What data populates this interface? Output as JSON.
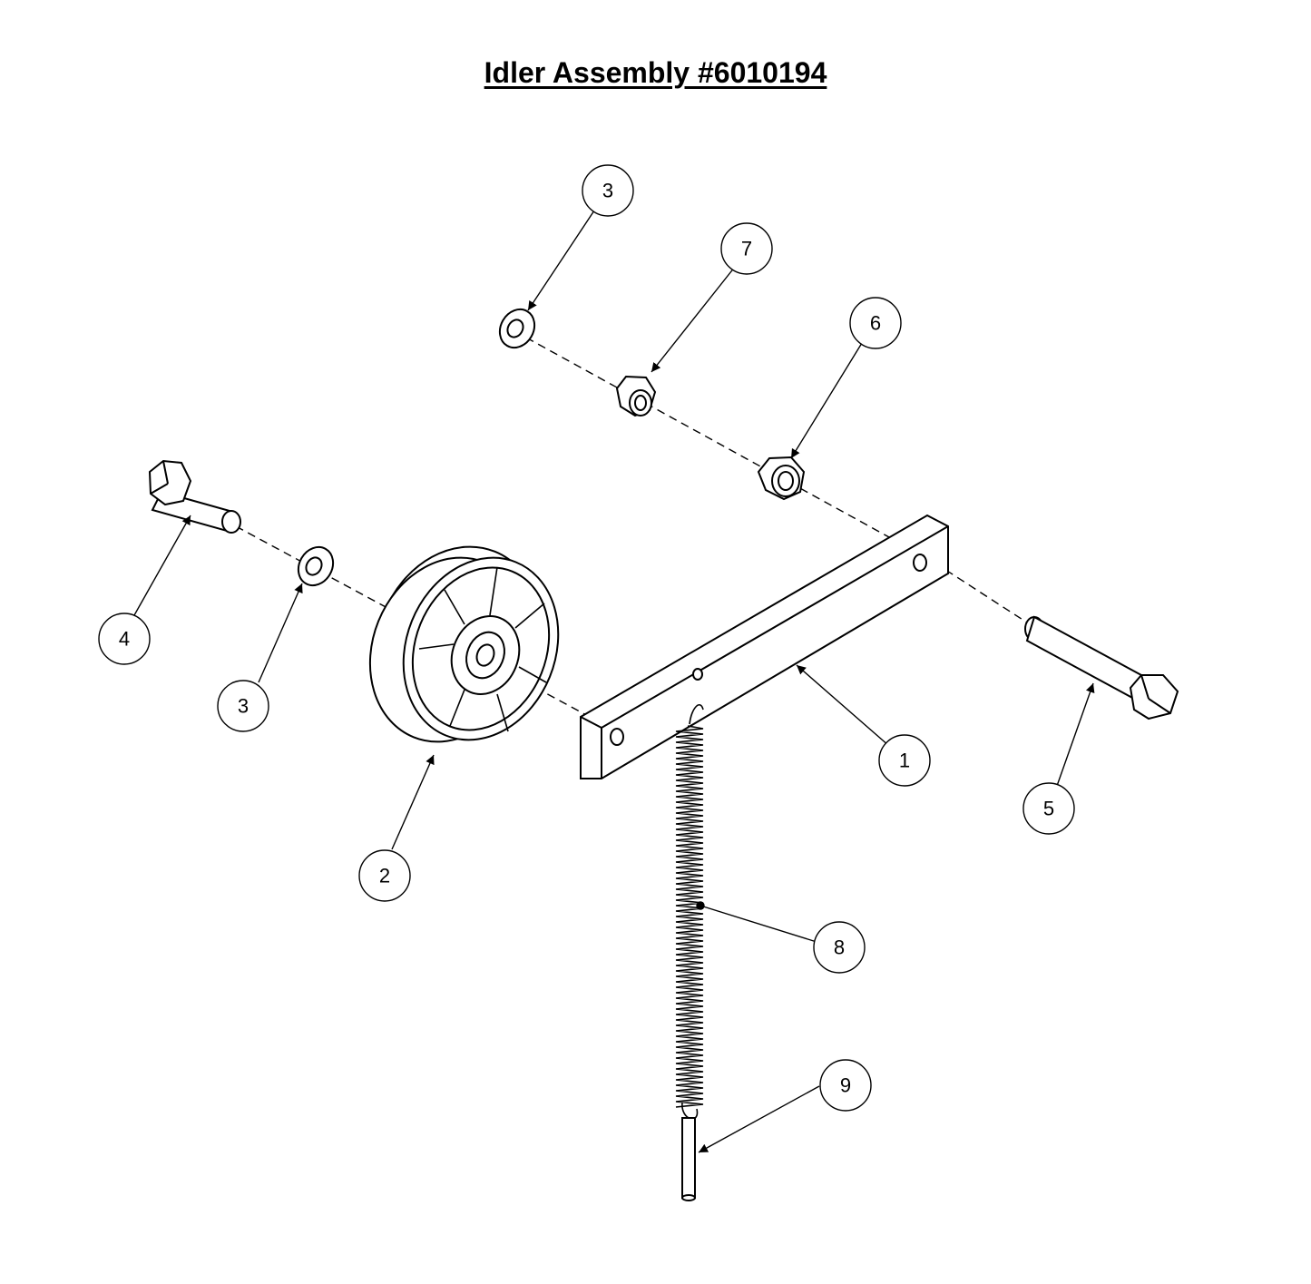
{
  "title": "Idler Assembly #6010194",
  "callouts": [
    {
      "id": "balloon-3-top",
      "label": "3"
    },
    {
      "id": "balloon-7",
      "label": "7"
    },
    {
      "id": "balloon-6",
      "label": "6"
    },
    {
      "id": "balloon-4",
      "label": "4"
    },
    {
      "id": "balloon-3-bottom",
      "label": "3"
    },
    {
      "id": "balloon-1",
      "label": "1"
    },
    {
      "id": "balloon-5",
      "label": "5"
    },
    {
      "id": "balloon-2",
      "label": "2"
    },
    {
      "id": "balloon-8",
      "label": "8"
    },
    {
      "id": "balloon-9",
      "label": "9"
    }
  ]
}
